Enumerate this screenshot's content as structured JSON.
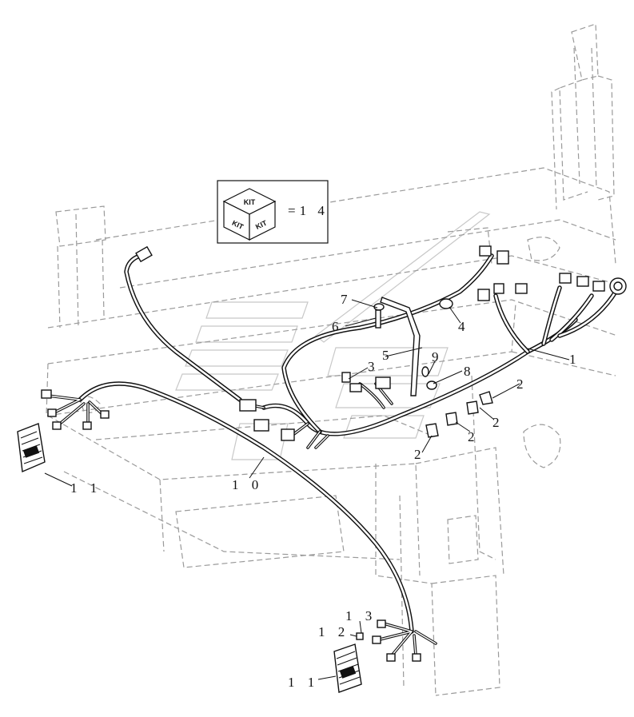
{
  "kit_box": {
    "cube_labels": [
      "KIT",
      "KIT",
      "KIT"
    ],
    "value": "=1 4"
  },
  "callouts": [
    {
      "id": "1",
      "text": "1"
    },
    {
      "id": "2a",
      "text": "2"
    },
    {
      "id": "2b",
      "text": "2"
    },
    {
      "id": "2c",
      "text": "2"
    },
    {
      "id": "2d",
      "text": "2"
    },
    {
      "id": "3",
      "text": "3"
    },
    {
      "id": "4",
      "text": "4"
    },
    {
      "id": "5",
      "text": "5"
    },
    {
      "id": "6",
      "text": "6"
    },
    {
      "id": "7",
      "text": "7"
    },
    {
      "id": "8",
      "text": "8"
    },
    {
      "id": "9",
      "text": "9"
    },
    {
      "id": "10",
      "text": "1 0"
    },
    {
      "id": "11a",
      "text": "1 1"
    },
    {
      "id": "11b",
      "text": "1 1"
    },
    {
      "id": "12",
      "text": "1 2"
    },
    {
      "id": "13",
      "text": "1 3"
    }
  ]
}
